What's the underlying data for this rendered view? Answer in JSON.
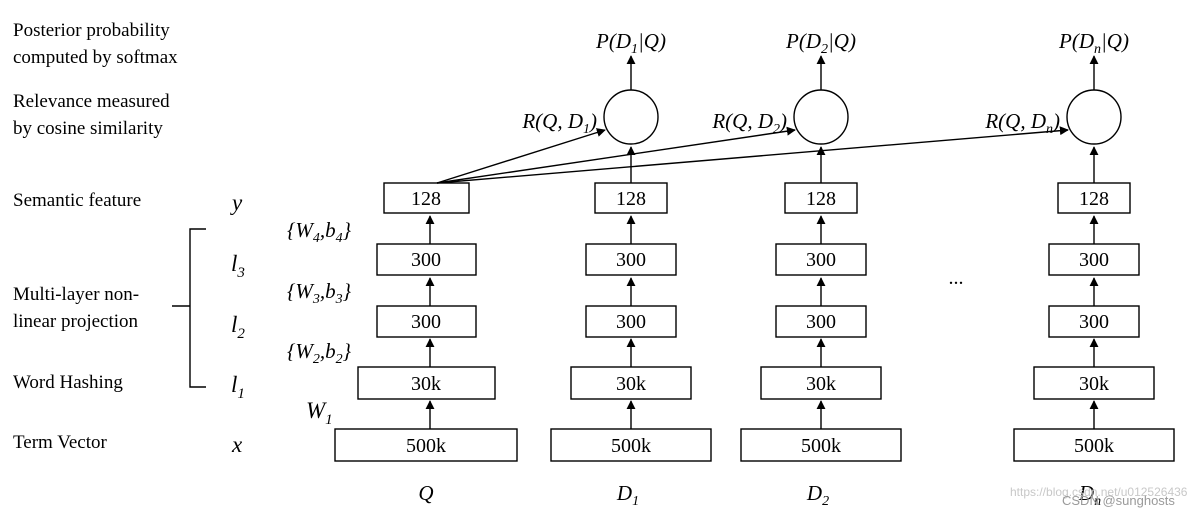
{
  "left_labels": {
    "posterior_line1": "Posterior probability",
    "posterior_line2": "computed by softmax",
    "relevance_line1": "Relevance measured",
    "relevance_line2": "by cosine similarity",
    "semantic": "Semantic feature",
    "multilayer_line1": "Multi-layer non-",
    "multilayer_line2": "linear projection",
    "word_hashing": "Word Hashing",
    "term_vector": "Term Vector"
  },
  "layer_symbols": {
    "y": "y",
    "l3": "l",
    "l3_sub": "3",
    "l2": "l",
    "l2_sub": "2",
    "l1": "l",
    "l1_sub": "1",
    "x": "x"
  },
  "weights": {
    "w4_pre": "{W",
    "w4_s1": "4",
    "w4_mid": ",b",
    "w4_s2": "4",
    "w4_post": "}",
    "w3_pre": "{W",
    "w3_s1": "3",
    "w3_mid": ",b",
    "w3_s2": "3",
    "w3_post": "}",
    "w2_pre": "{W",
    "w2_s1": "2",
    "w2_mid": ",b",
    "w2_s2": "2",
    "w2_post": "}",
    "w1": "W",
    "w1_sub": "1"
  },
  "box_labels": {
    "b128": "128",
    "b300a": "300",
    "b300b": "300",
    "b30k": "30k",
    "b500k": "500k"
  },
  "columns": [
    {
      "label": "Q",
      "sub": ""
    },
    {
      "label": "D",
      "sub": "1"
    },
    {
      "label": "D",
      "sub": "2"
    },
    {
      "label": "D",
      "sub": "n"
    }
  ],
  "relevance": [
    {
      "pre": "R(Q, D",
      "sub": "1",
      "post": ")"
    },
    {
      "pre": "R(Q, D",
      "sub": "2",
      "post": ")"
    },
    {
      "pre": "R(Q, D",
      "sub": "n",
      "post": ")"
    }
  ],
  "posterior": [
    {
      "pre": "P(D",
      "sub": "1",
      "post": "|Q)"
    },
    {
      "pre": "P(D",
      "sub": "2",
      "post": "|Q)"
    },
    {
      "pre": "P(D",
      "sub": "n",
      "post": "|Q)"
    }
  ],
  "ellipsis": "...",
  "watermark": {
    "url": "https://blog.csdn.net/u012526436",
    "credit": "CSDN @sunghosts"
  }
}
